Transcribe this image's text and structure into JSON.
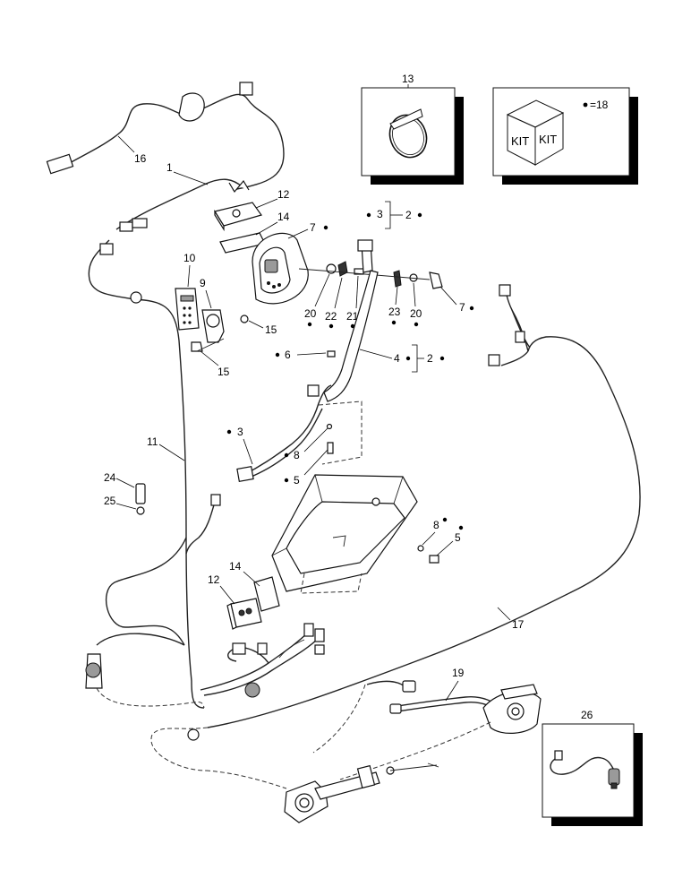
{
  "callouts": {
    "c1": "1",
    "c2a": "2",
    "c2b": "2",
    "c3a": "3",
    "c3b": "3",
    "c4": "4",
    "c5a": "5",
    "c5b": "5",
    "c6": "6",
    "c7a": "7",
    "c7b": "7",
    "c8a": "8",
    "c8b": "8",
    "c9": "9",
    "c10": "10",
    "c11": "11",
    "c12a": "12",
    "c12b": "12",
    "c13": "13",
    "c14a": "14",
    "c14b": "14",
    "c15a": "15",
    "c15b": "15",
    "c16": "16",
    "c17": "17",
    "c19": "19",
    "c20a": "20",
    "c20b": "20",
    "c21": "21",
    "c22": "22",
    "c23": "23",
    "c24": "24",
    "c25": "25",
    "c26": "26"
  },
  "kit_box": {
    "kit_text": "KIT",
    "note": "=18"
  }
}
